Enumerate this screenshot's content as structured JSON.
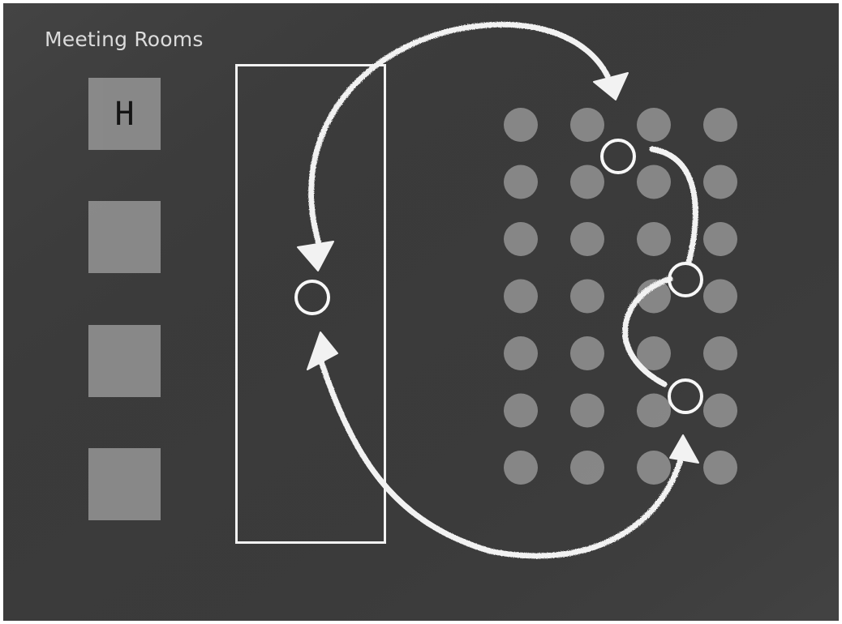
{
  "title": "Meeting Rooms",
  "rooms": [
    {
      "glyph": "H"
    },
    {
      "glyph": ""
    },
    {
      "glyph": ""
    },
    {
      "glyph": ""
    }
  ],
  "seat_grid": {
    "rows": 7,
    "cols": 4
  },
  "colors": {
    "board": "#3b3b3b",
    "chalk": "#f2f2f2",
    "seat": "#8f8f8f",
    "room": "#8f8f8f"
  },
  "icons": [
    "arrow-head-icon",
    "ring-marker-icon"
  ]
}
